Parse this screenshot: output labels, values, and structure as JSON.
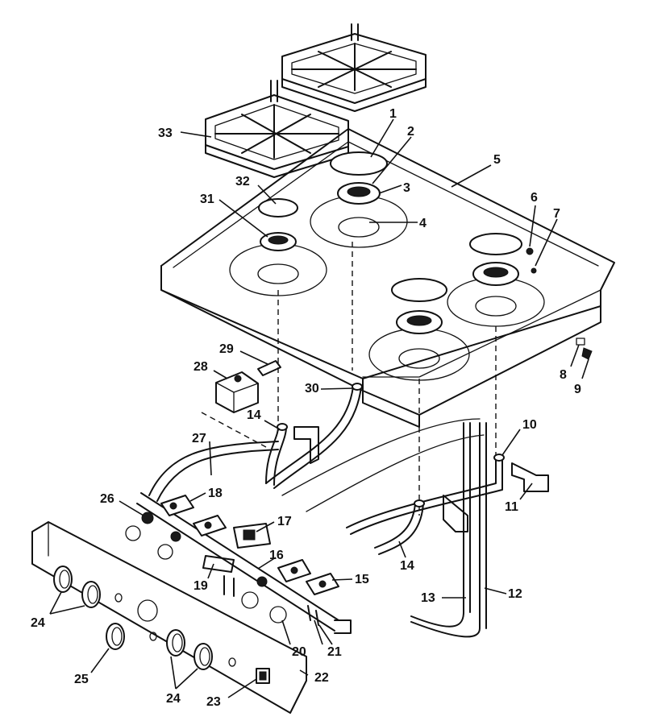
{
  "callouts": {
    "c1": "1",
    "c2": "2",
    "c3": "3",
    "c4": "4",
    "c5": "5",
    "c6": "6",
    "c7": "7",
    "c8": "8",
    "c9": "9",
    "c10": "10",
    "c11": "11",
    "c12": "12",
    "c13": "13",
    "c14a": "14",
    "c14b": "14",
    "c15": "15",
    "c16": "16",
    "c17": "17",
    "c18": "18",
    "c19": "19",
    "c20": "20",
    "c21": "21",
    "c22": "22",
    "c23": "23",
    "c24a": "24",
    "c24b": "24",
    "c25": "25",
    "c26": "26",
    "c27": "27",
    "c28": "28",
    "c29": "29",
    "c30": "30",
    "c31": "31",
    "c32": "32",
    "c33": "33"
  }
}
